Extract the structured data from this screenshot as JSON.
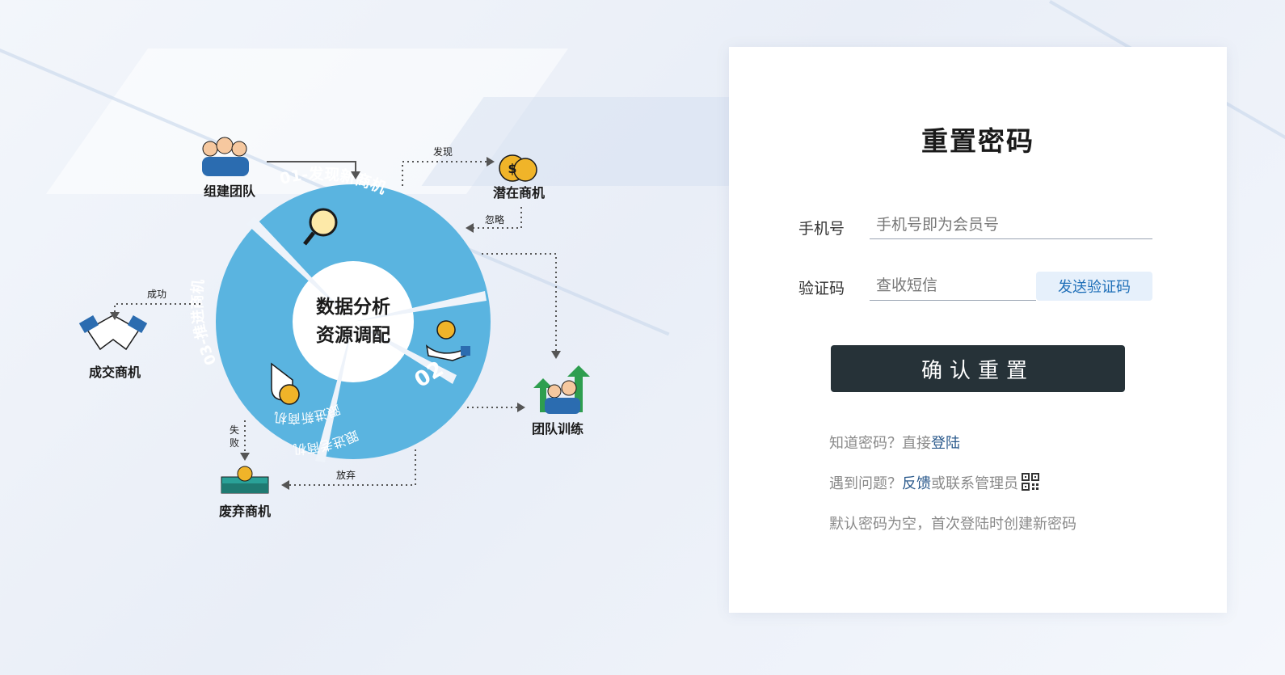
{
  "diagram": {
    "center_line1": "数据分析",
    "center_line2": "资源调配",
    "seg1": "01-发现新商机",
    "seg2_num": "02",
    "seg2_a": "跟进新商机",
    "seg2_b": "跟进老商机",
    "seg3": "03-推进商机",
    "nodes": {
      "team": "组建团队",
      "potential": "潜在商机",
      "deal": "成交商机",
      "train": "团队训练",
      "abandon": "废弃商机"
    },
    "arrows": {
      "discover": "发现",
      "ignore": "忽略",
      "success": "成功",
      "fail_1": "失",
      "fail_2": "败",
      "giveup": "放弃"
    },
    "colors": {
      "ring": "#5ab4e0",
      "dark": "#1f4f7a",
      "gold": "#f0b429"
    }
  },
  "form": {
    "title": "重置密码",
    "phone_label": "手机号",
    "phone_placeholder": "手机号即为会员号",
    "code_label": "验证码",
    "code_placeholder": "查收短信",
    "send_code": "发送验证码",
    "confirm": "确认重置"
  },
  "help": {
    "line1_prefix": "知道密码？直接",
    "line1_link": "登陆",
    "line2_prefix": "遇到问题？",
    "line2_link": "反馈",
    "line2_suffix": "或联系管理员",
    "line3": "默认密码为空，首次登陆时创建新密码"
  }
}
